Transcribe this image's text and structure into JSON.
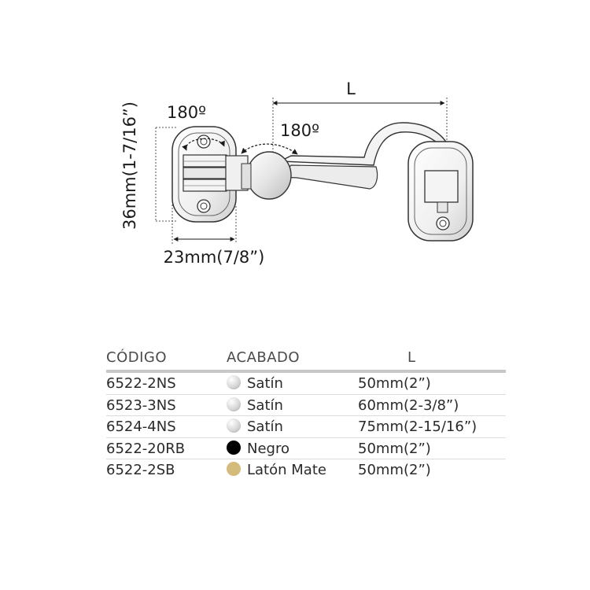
{
  "diagram": {
    "dim_length": "L",
    "rotation_left": "180º",
    "rotation_right": "180º",
    "height_dim": "36mm(1-7/16”)",
    "width_dim": "23mm(7/8”)"
  },
  "table": {
    "headers": [
      "CÓDIGO",
      "ACABADO",
      "L"
    ],
    "rows": [
      {
        "code": "6522-2NS",
        "finish": "Satín",
        "length": "50mm(2”)",
        "swatch": "satin"
      },
      {
        "code": "6523-3NS",
        "finish": "Satín",
        "length": "60mm(2-3/8”)",
        "swatch": "satin"
      },
      {
        "code": "6524-4NS",
        "finish": "Satín",
        "length": "75mm(2-15/16”)",
        "swatch": "satin"
      },
      {
        "code": "6522-20RB",
        "finish": "Negro",
        "length": "50mm(2”)",
        "swatch": "black"
      },
      {
        "code": "6522-2SB",
        "finish": "Latón Mate",
        "length": "50mm(2”)",
        "swatch": "brass"
      }
    ]
  },
  "colors": {
    "satin": "#d4d4d4",
    "black": "#000000",
    "brass": "#d3bb7c",
    "header_rule": "#c8c8c8"
  }
}
